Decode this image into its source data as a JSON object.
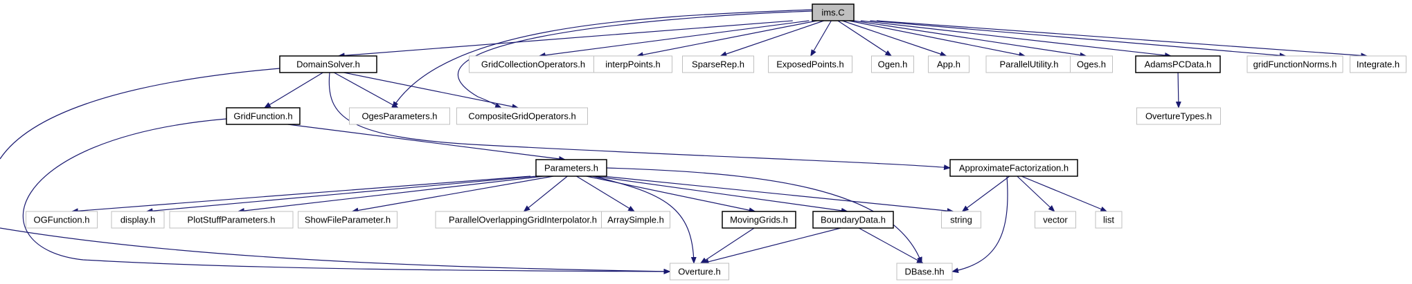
{
  "colors": {
    "edge": "#191970",
    "root_fill": "#bfbfbf",
    "documented_border": "#000000",
    "undocumented_border": "#bfbfbf",
    "node_fill": "#ffffff"
  },
  "nodes": {
    "ims_c": {
      "label": "ims.C",
      "kind": "root"
    },
    "domainsolver_h": {
      "label": "DomainSolver.h",
      "kind": "documented"
    },
    "gridcollectionoperators_h": {
      "label": "GridCollectionOperators.h",
      "kind": "undocumented"
    },
    "interppoints_h": {
      "label": "interpPoints.h",
      "kind": "undocumented"
    },
    "sparserep_h": {
      "label": "SparseRep.h",
      "kind": "undocumented"
    },
    "exposedpoints_h": {
      "label": "ExposedPoints.h",
      "kind": "undocumented"
    },
    "ogen_h": {
      "label": "Ogen.h",
      "kind": "undocumented"
    },
    "app_h": {
      "label": "App.h",
      "kind": "undocumented"
    },
    "parallelutility_h": {
      "label": "ParallelUtility.h",
      "kind": "undocumented"
    },
    "oges_h": {
      "label": "Oges.h",
      "kind": "undocumented"
    },
    "adamspcdata_h": {
      "label": "AdamsPCData.h",
      "kind": "documented"
    },
    "gridfunctionnorms_h": {
      "label": "gridFunctionNorms.h",
      "kind": "undocumented"
    },
    "integrate_h": {
      "label": "Integrate.h",
      "kind": "undocumented"
    },
    "gridfunction_h": {
      "label": "GridFunction.h",
      "kind": "documented"
    },
    "ogesparameters_h": {
      "label": "OgesParameters.h",
      "kind": "undocumented"
    },
    "compositegridoperators_h": {
      "label": "CompositeGridOperators.h",
      "kind": "undocumented"
    },
    "overturetypes_h": {
      "label": "OvertureTypes.h",
      "kind": "undocumented"
    },
    "parameters_h": {
      "label": "Parameters.h",
      "kind": "documented"
    },
    "approximatefactorization_h": {
      "label": "ApproximateFactorization.h",
      "kind": "documented"
    },
    "ogfunction_h": {
      "label": "OGFunction.h",
      "kind": "undocumented"
    },
    "display_h": {
      "label": "display.h",
      "kind": "undocumented"
    },
    "plotstuffparameters_h": {
      "label": "PlotStuffParameters.h",
      "kind": "undocumented"
    },
    "showfileparameter_h": {
      "label": "ShowFileParameter.h",
      "kind": "undocumented"
    },
    "paralleloverlappinggridinterpolator_h": {
      "label": "ParallelOverlappingGridInterpolator.h",
      "kind": "undocumented"
    },
    "arraysimple_h": {
      "label": "ArraySimple.h",
      "kind": "undocumented"
    },
    "movinggrids_h": {
      "label": "MovingGrids.h",
      "kind": "documented"
    },
    "boundarydata_h": {
      "label": "BoundaryData.h",
      "kind": "documented"
    },
    "string": {
      "label": "string",
      "kind": "undocumented"
    },
    "vector": {
      "label": "vector",
      "kind": "undocumented"
    },
    "list": {
      "label": "list",
      "kind": "undocumented"
    },
    "overture_h": {
      "label": "Overture.h",
      "kind": "undocumented"
    },
    "dbase_hh": {
      "label": "DBase.hh",
      "kind": "undocumented"
    }
  },
  "edges": [
    [
      "ims_c",
      "domainsolver_h"
    ],
    [
      "ims_c",
      "gridcollectionoperators_h"
    ],
    [
      "ims_c",
      "interppoints_h"
    ],
    [
      "ims_c",
      "sparserep_h"
    ],
    [
      "ims_c",
      "exposedpoints_h"
    ],
    [
      "ims_c",
      "ogen_h"
    ],
    [
      "ims_c",
      "app_h"
    ],
    [
      "ims_c",
      "parallelutility_h"
    ],
    [
      "ims_c",
      "oges_h"
    ],
    [
      "ims_c",
      "adamspcdata_h"
    ],
    [
      "ims_c",
      "gridfunctionnorms_h"
    ],
    [
      "ims_c",
      "integrate_h"
    ],
    [
      "ims_c",
      "ogesparameters_h"
    ],
    [
      "ims_c",
      "compositegridoperators_h"
    ],
    [
      "domainsolver_h",
      "gridfunction_h"
    ],
    [
      "domainsolver_h",
      "ogesparameters_h"
    ],
    [
      "domainsolver_h",
      "compositegridoperators_h"
    ],
    [
      "domainsolver_h",
      "approximatefactorization_h"
    ],
    [
      "domainsolver_h",
      "overture_h"
    ],
    [
      "adamspcdata_h",
      "overturetypes_h"
    ],
    [
      "gridfunction_h",
      "parameters_h"
    ],
    [
      "gridfunction_h",
      "overture_h"
    ],
    [
      "parameters_h",
      "ogfunction_h"
    ],
    [
      "parameters_h",
      "display_h"
    ],
    [
      "parameters_h",
      "plotstuffparameters_h"
    ],
    [
      "parameters_h",
      "showfileparameter_h"
    ],
    [
      "parameters_h",
      "paralleloverlappinggridinterpolator_h"
    ],
    [
      "parameters_h",
      "arraysimple_h"
    ],
    [
      "parameters_h",
      "movinggrids_h"
    ],
    [
      "parameters_h",
      "boundarydata_h"
    ],
    [
      "parameters_h",
      "overture_h"
    ],
    [
      "parameters_h",
      "string"
    ],
    [
      "parameters_h",
      "dbase_hh"
    ],
    [
      "approximatefactorization_h",
      "string"
    ],
    [
      "approximatefactorization_h",
      "vector"
    ],
    [
      "approximatefactorization_h",
      "list"
    ],
    [
      "approximatefactorization_h",
      "dbase_hh"
    ],
    [
      "movinggrids_h",
      "overture_h"
    ],
    [
      "boundarydata_h",
      "overture_h"
    ],
    [
      "boundarydata_h",
      "dbase_hh"
    ]
  ]
}
